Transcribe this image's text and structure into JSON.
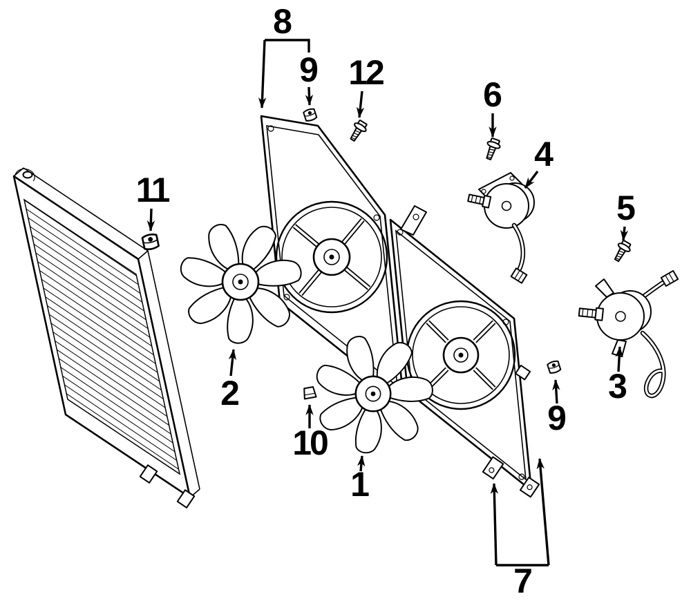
{
  "figure": {
    "description": "Exploded parts diagram: radiator, dual cooling fan shrouds, fan blades, fan motors and fasteners",
    "background": "#ffffff",
    "ink": "#000000"
  },
  "callouts": {
    "c1": {
      "label": "1",
      "part": "fan-blade-front"
    },
    "c2": {
      "label": "2",
      "part": "fan-blade-rear"
    },
    "c3": {
      "label": "3",
      "part": "fan-motor-right"
    },
    "c4": {
      "label": "4",
      "part": "fan-motor-upper"
    },
    "c5": {
      "label": "5",
      "part": "screw"
    },
    "c6": {
      "label": "6",
      "part": "screw"
    },
    "c7": {
      "label": "7",
      "part": "fan-shroud-right"
    },
    "c8": {
      "label": "8",
      "part": "fan-shroud-left"
    },
    "c9a": {
      "label": "9",
      "part": "clip"
    },
    "c9b": {
      "label": "9",
      "part": "clip"
    },
    "c10": {
      "label": "10",
      "part": "nut"
    },
    "c11": {
      "label": "11",
      "part": "clip"
    },
    "c12": {
      "label": "12",
      "part": "screw"
    }
  }
}
